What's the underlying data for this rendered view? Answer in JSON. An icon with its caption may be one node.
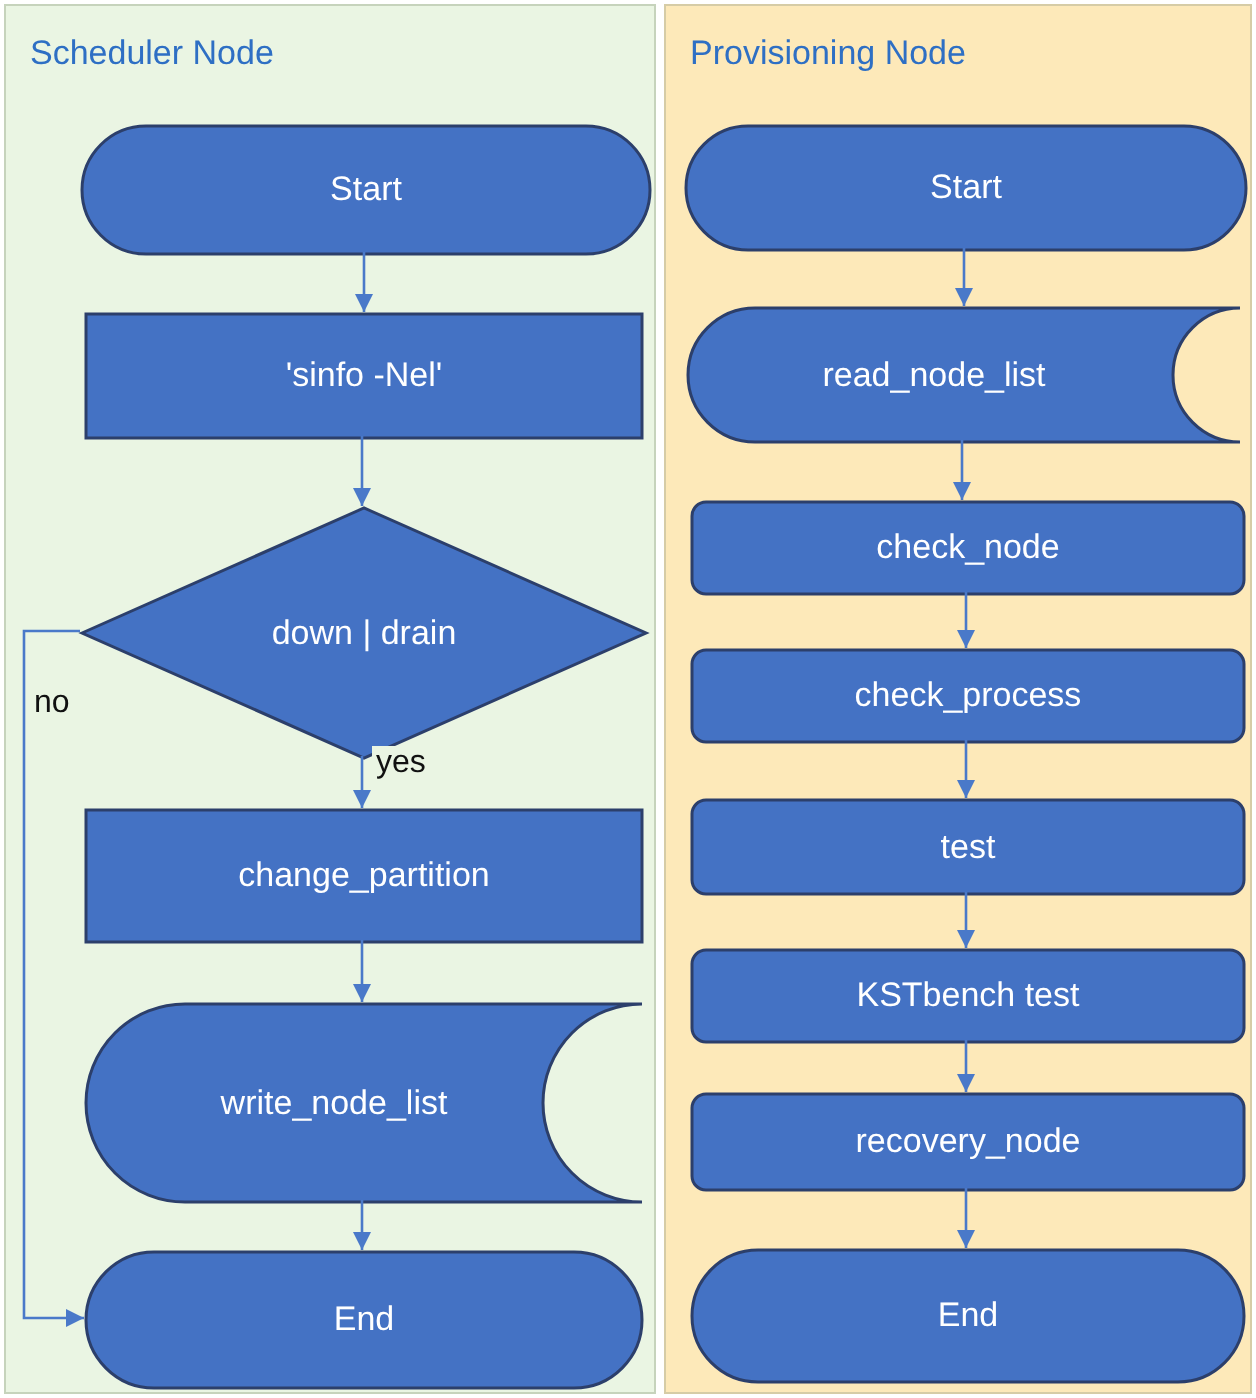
{
  "diagram": {
    "nodes": [
      {
        "text": [
          "Scheduler Node"
        ]
      },
      {
        "text": [
          "Start"
        ],
        "in": 0
      },
      {
        "text": [
          "'sinfo -Nel'"
        ],
        "in": 0
      },
      {
        "text": [
          "down | drain"
        ],
        "in": 0
      },
      {
        "text": [
          "change_partition"
        ],
        "in": 0
      },
      {
        "text": [
          "write_node_list"
        ],
        "in": 0
      },
      {
        "text": [
          "End"
        ],
        "in": 0
      },
      {
        "text": [
          "Provisioning Node"
        ]
      },
      {
        "text": [
          "Start"
        ],
        "in": 7
      },
      {
        "text": [
          "read_node_list"
        ],
        "in": 7
      },
      {
        "text": [
          "check_node"
        ],
        "in": 7
      },
      {
        "text": [
          "check_process"
        ],
        "in": 7
      },
      {
        "text": [
          "test"
        ],
        "in": 7
      },
      {
        "text": [
          "KSTbench test"
        ],
        "in": 7
      },
      {
        "text": [
          "recovery_node"
        ],
        "in": 7
      },
      {
        "text": [
          "End"
        ],
        "in": 7
      }
    ],
    "edges": [
      {
        "from": 1,
        "to": 2,
        "arrow": "to"
      },
      {
        "from": 2,
        "to": 3,
        "arrow": "to"
      },
      {
        "from": 3,
        "to": 4,
        "arrow": "to",
        "label": "yes"
      },
      {
        "from": 4,
        "to": 5,
        "arrow": "to"
      },
      {
        "from": 5,
        "to": 6,
        "arrow": "to"
      },
      {
        "from": 3,
        "to": 6,
        "arrow": "to",
        "label": "no"
      },
      {
        "from": 8,
        "to": 9,
        "arrow": "to"
      },
      {
        "from": 9,
        "to": 10,
        "arrow": "to"
      },
      {
        "from": 10,
        "to": 11,
        "arrow": "to"
      },
      {
        "from": 11,
        "to": 12,
        "arrow": "to"
      },
      {
        "from": 12,
        "to": 13,
        "arrow": "to"
      },
      {
        "from": 13,
        "to": 14,
        "arrow": "to"
      },
      {
        "from": 14,
        "to": 15,
        "arrow": "to"
      }
    ]
  }
}
